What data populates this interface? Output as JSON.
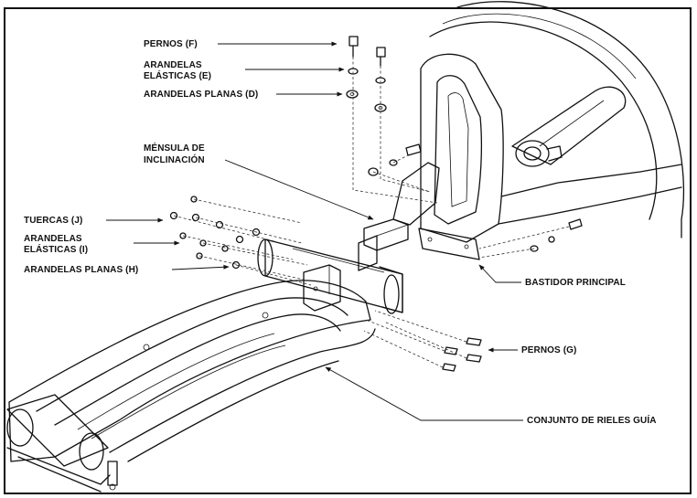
{
  "labels": {
    "bolts_f": "PERNOS (F)",
    "spring_washers_e_1": "ARANDELAS",
    "spring_washers_e_2": "ELÁSTICAS (E)",
    "flat_washers_d": "ARANDELAS PLANAS (D)",
    "tilt_bracket_1": "MÉNSULA DE",
    "tilt_bracket_2": "INCLINACIÓN",
    "nuts_j": "TUERCAS (J)",
    "spring_washers_i_1": "ARANDELAS",
    "spring_washers_i_2": "ELÁSTICAS (I)",
    "flat_washers_h": "ARANDELAS PLANAS (H)",
    "main_frame": "BASTIDOR PRINCIPAL",
    "bolts_g": "PERNOS (G)",
    "guide_rail_assembly": "CONJUNTO DE RIELES GUÍA"
  }
}
